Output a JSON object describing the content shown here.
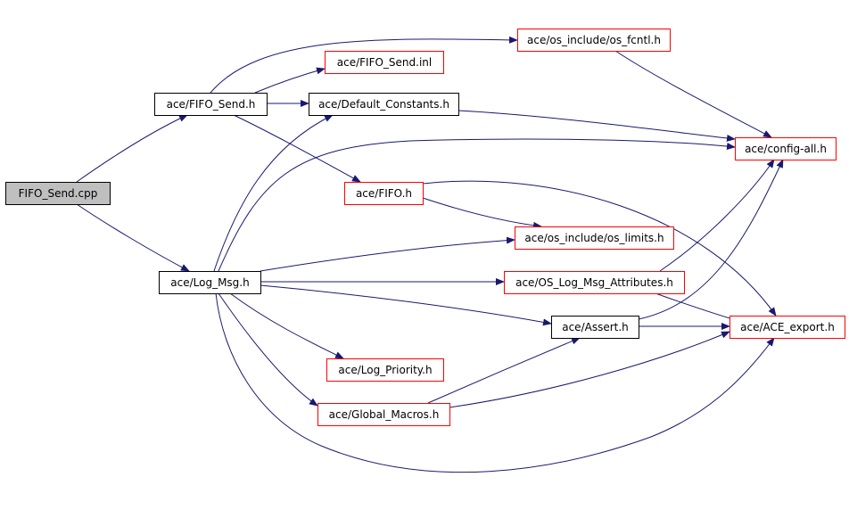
{
  "colors": {
    "edge": "#191970",
    "border_local": "#000000",
    "border_external": "#ff0000",
    "fill_root": "#bfbfbf",
    "fill_default": "#ffffff"
  },
  "diagram": {
    "nodes": [
      {
        "id": "fifo_send_cpp",
        "label": "FIFO_Send.cpp",
        "kind": "root"
      },
      {
        "id": "fifo_send_h",
        "label": "ace/FIFO_Send.h",
        "kind": "local"
      },
      {
        "id": "log_msg_h",
        "label": "ace/Log_Msg.h",
        "kind": "local"
      },
      {
        "id": "os_fcntl_h",
        "label": "ace/os_include/os_fcntl.h",
        "kind": "external"
      },
      {
        "id": "fifo_send_inl",
        "label": "ace/FIFO_Send.inl",
        "kind": "external"
      },
      {
        "id": "default_constants_h",
        "label": "ace/Default_Constants.h",
        "kind": "local"
      },
      {
        "id": "config_all_h",
        "label": "ace/config-all.h",
        "kind": "external"
      },
      {
        "id": "fifo_h",
        "label": "ace/FIFO.h",
        "kind": "external"
      },
      {
        "id": "os_limits_h",
        "label": "ace/os_include/os_limits.h",
        "kind": "external"
      },
      {
        "id": "os_log_msg_attributes_h",
        "label": "ace/OS_Log_Msg_Attributes.h",
        "kind": "external"
      },
      {
        "id": "assert_h",
        "label": "ace/Assert.h",
        "kind": "local"
      },
      {
        "id": "ace_export_h",
        "label": "ace/ACE_export.h",
        "kind": "external"
      },
      {
        "id": "log_priority_h",
        "label": "ace/Log_Priority.h",
        "kind": "external"
      },
      {
        "id": "global_macros_h",
        "label": "ace/Global_Macros.h",
        "kind": "external"
      }
    ],
    "edges": [
      {
        "from": "fifo_send_cpp",
        "to": "fifo_send_h"
      },
      {
        "from": "fifo_send_cpp",
        "to": "log_msg_h"
      },
      {
        "from": "fifo_send_h",
        "to": "os_fcntl_h"
      },
      {
        "from": "fifo_send_h",
        "to": "fifo_send_inl"
      },
      {
        "from": "fifo_send_h",
        "to": "default_constants_h"
      },
      {
        "from": "fifo_send_h",
        "to": "fifo_h"
      },
      {
        "from": "os_fcntl_h",
        "to": "config_all_h"
      },
      {
        "from": "default_constants_h",
        "to": "config_all_h"
      },
      {
        "from": "fifo_h",
        "to": "os_limits_h"
      },
      {
        "from": "fifo_h",
        "to": "ace_export_h"
      },
      {
        "from": "log_msg_h",
        "to": "default_constants_h"
      },
      {
        "from": "log_msg_h",
        "to": "config_all_h"
      },
      {
        "from": "log_msg_h",
        "to": "os_limits_h"
      },
      {
        "from": "log_msg_h",
        "to": "os_log_msg_attributes_h"
      },
      {
        "from": "log_msg_h",
        "to": "assert_h"
      },
      {
        "from": "log_msg_h",
        "to": "log_priority_h"
      },
      {
        "from": "log_msg_h",
        "to": "global_macros_h"
      },
      {
        "from": "log_msg_h",
        "to": "ace_export_h"
      },
      {
        "from": "os_log_msg_attributes_h",
        "to": "config_all_h"
      },
      {
        "from": "os_log_msg_attributes_h",
        "to": "ace_export_h"
      },
      {
        "from": "assert_h",
        "to": "config_all_h"
      },
      {
        "from": "assert_h",
        "to": "ace_export_h"
      },
      {
        "from": "global_macros_h",
        "to": "assert_h"
      },
      {
        "from": "global_macros_h",
        "to": "ace_export_h"
      }
    ]
  }
}
